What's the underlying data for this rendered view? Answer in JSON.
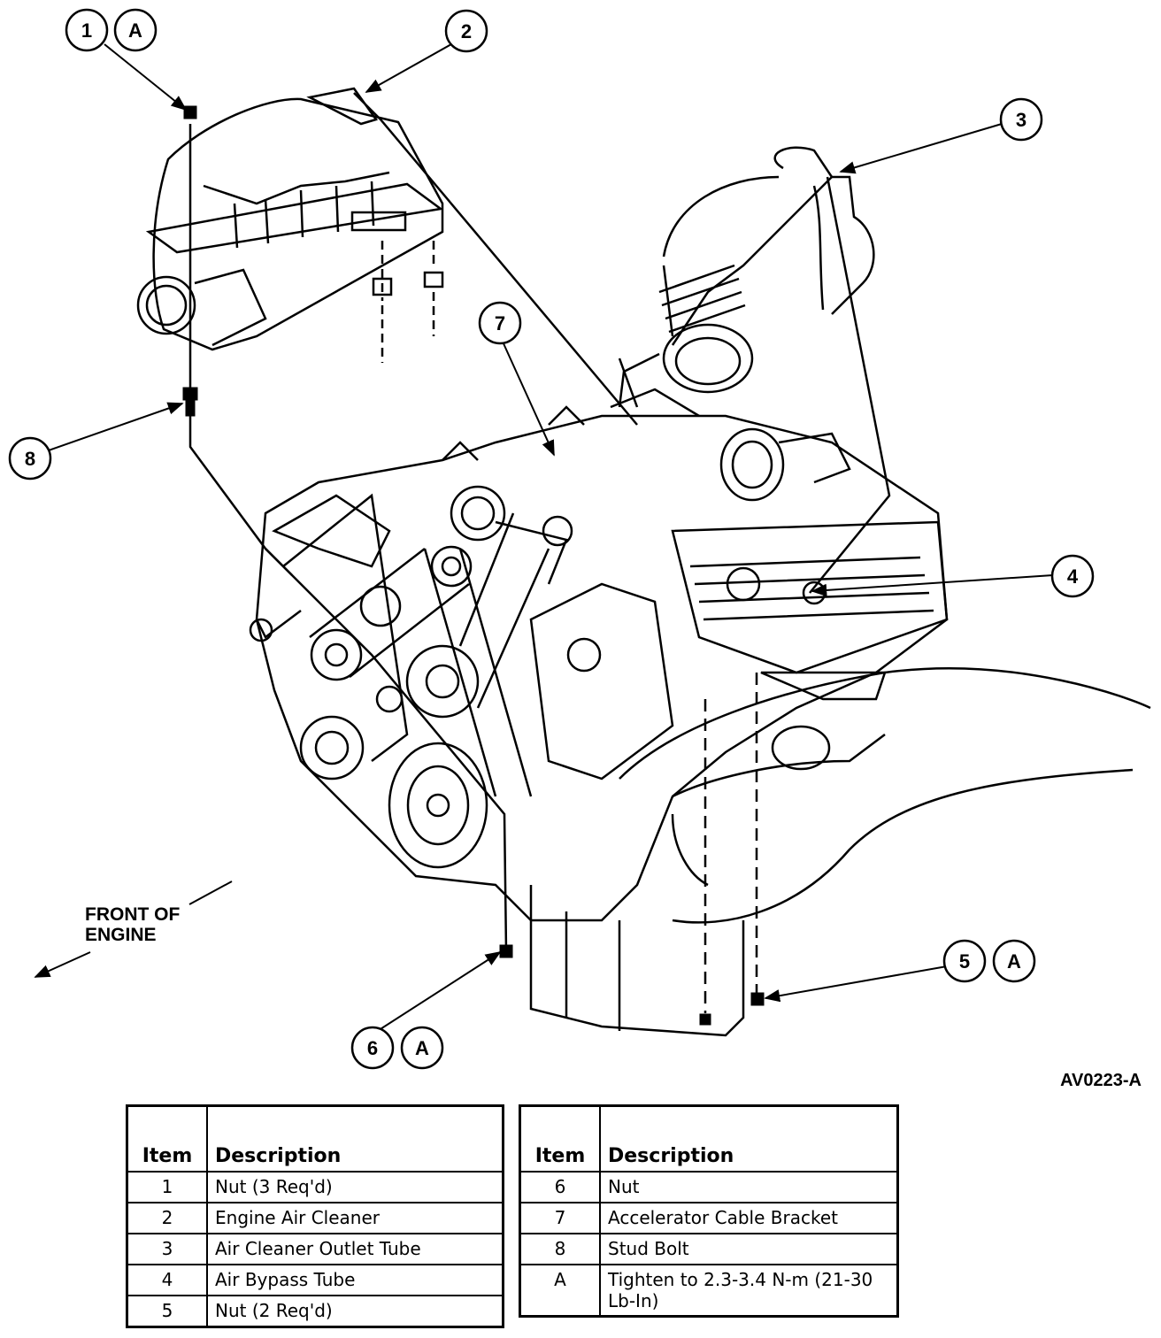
{
  "callouts": {
    "c1": "1",
    "c1a": "A",
    "c2": "2",
    "c3": "3",
    "c4": "4",
    "c5": "5",
    "c5a": "A",
    "c6": "6",
    "c6a": "A",
    "c7": "7",
    "c8": "8"
  },
  "front_label_line1": "FRONT OF",
  "front_label_line2": "ENGINE",
  "figure_code": "AV0223-A",
  "legend_left": {
    "header_item": "Item",
    "header_desc": "Description",
    "rows": [
      {
        "item": "1",
        "desc": "Nut (3 Req'd)"
      },
      {
        "item": "2",
        "desc": "Engine Air Cleaner"
      },
      {
        "item": "3",
        "desc": "Air Cleaner Outlet Tube"
      },
      {
        "item": "4",
        "desc": "Air Bypass Tube"
      },
      {
        "item": "5",
        "desc": "Nut (2 Req'd)"
      }
    ]
  },
  "legend_right": {
    "header_item": "Item",
    "header_desc": "Description",
    "rows": [
      {
        "item": "6",
        "desc": "Nut"
      },
      {
        "item": "7",
        "desc": "Accelerator Cable Bracket"
      },
      {
        "item": "8",
        "desc": "Stud Bolt"
      },
      {
        "item": "A",
        "desc": "Tighten to 2.3-3.4 N-m (21-30 Lb-In)"
      }
    ]
  }
}
